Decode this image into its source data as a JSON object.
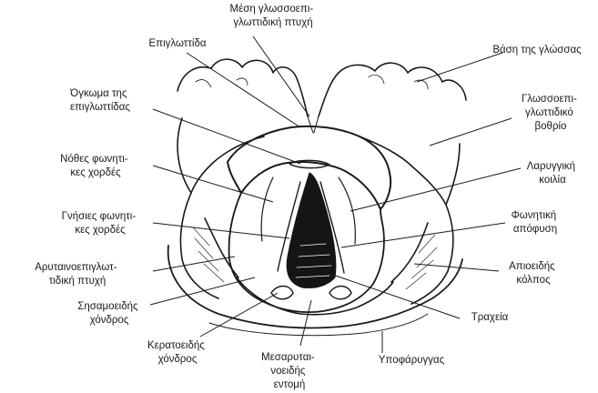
{
  "labels": {
    "median_fold": [
      "Μέση γλωσσοεπι-",
      "γλωττιδική πτυχή"
    ],
    "epiglottis": "Επιγλωττίδα",
    "tongue_base": "Βάση της γλώσσας",
    "epiglottic_tubercle": [
      "Όγκωμα της",
      "επιγλωττίδας"
    ],
    "vallecula": [
      "Γλωσσοεπι-",
      "γλωττιδικό",
      "βοθρίο"
    ],
    "false_cords": [
      "Νόθες φωνητι-",
      "κες χορδές"
    ],
    "laryngeal_ventricle": [
      "Λαρυγγική",
      "κοιλία"
    ],
    "true_cords": [
      "Γνήσιες φωνητι-",
      "κες χορδές"
    ],
    "vocal_process": [
      "Φωνητική",
      "απόφυση"
    ],
    "aryepiglottic_fold": [
      "Αρυταινοεπιγλωτ-",
      "τιδική πτυχή"
    ],
    "piriform_recess": [
      "Απιοειδής",
      "κόλπος"
    ],
    "sesamoid": [
      "Σησαμοειδής",
      "χόνδρος"
    ],
    "trachea": "Τραχεία",
    "corniculate": [
      "Κερατοειδής",
      "χόνδρος"
    ],
    "interarytenoid": [
      "Μεσαρυται-",
      "νοειδής",
      "εντομή"
    ],
    "hypopharynx": "Υποφάρυγγας"
  }
}
